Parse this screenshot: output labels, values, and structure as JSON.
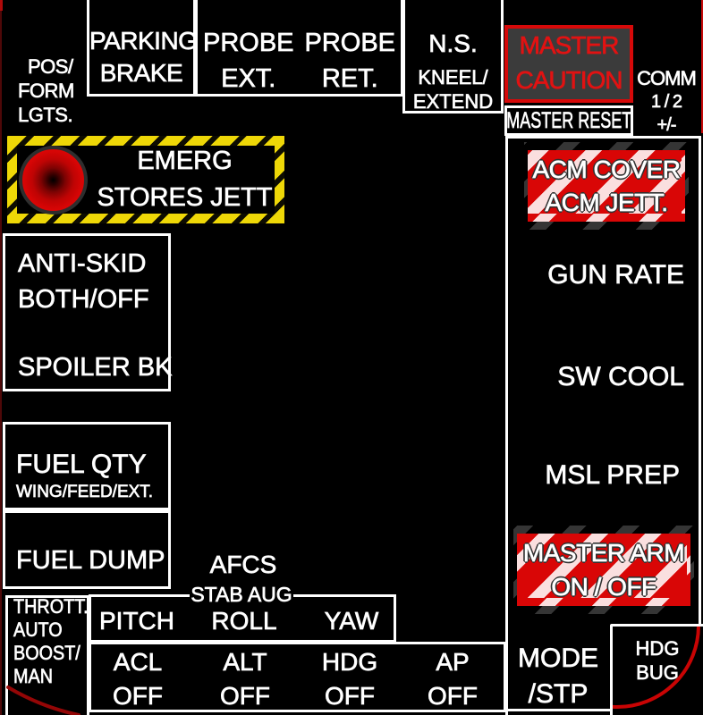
{
  "colors": {
    "background": "#000000",
    "border_white": "#ffffff",
    "caution_text_red": "#e11212",
    "caution_bg_gray": "#3b3b3b",
    "hazard_yellow": "#eed707",
    "stripe_red": "#d90606",
    "stripe_pink": "#f6dcdc",
    "stripe_gray": "#353535",
    "arc_red": "#c90404"
  },
  "panel": {
    "pos_form_lgts": {
      "l1": "POS/",
      "l2": "FORM",
      "l3": "LGTS."
    },
    "parking_brake": {
      "l1": "PARKING",
      "l2": "BRAKE"
    },
    "probe_ext": {
      "l1": "PROBE",
      "l2": "EXT."
    },
    "probe_ret": {
      "l1": "PROBE",
      "l2": "RET."
    },
    "ns_kneel": {
      "l1": "N.S.",
      "l2": "KNEEL/",
      "l3": "EXTEND"
    },
    "master_caution": {
      "l1": "MASTER",
      "l2": "CAUTION"
    },
    "comm": {
      "l1": "COMM",
      "l2": "1 / 2",
      "l3": "+/-"
    },
    "master_reset": {
      "label": "MASTER RESET"
    },
    "emerg_stores_jett": {
      "l1": "EMERG",
      "l2": "STORES JETT",
      "button_icon": "red-round-pushbutton"
    },
    "anti_skid": {
      "l1": "ANTI-SKID",
      "l2": "BOTH/OFF",
      "l3": "SPOILER BK"
    },
    "fuel_qty": {
      "l1": "FUEL QTY",
      "l2": "WING/FEED/EXT."
    },
    "fuel_dump": {
      "label": "FUEL DUMP"
    },
    "afcs": {
      "title": "AFCS",
      "subtitle": "STAB AUG"
    },
    "stab_axes": [
      {
        "label": "PITCH"
      },
      {
        "label": "ROLL"
      },
      {
        "label": "YAW"
      }
    ],
    "ap_channels": [
      {
        "name": "ACL",
        "state": "OFF"
      },
      {
        "name": "ALT",
        "state": "OFF"
      },
      {
        "name": "HDG",
        "state": "OFF"
      },
      {
        "name": "AP",
        "state": "OFF"
      }
    ],
    "throttle": {
      "l1": "THROTT.",
      "l2": "AUTO",
      "l3": "BOOST/",
      "l4": "MAN"
    },
    "mode_stp": {
      "l1": "MODE",
      "l2": "/STP"
    },
    "hdg_bug": {
      "l1": "HDG",
      "l2": "BUG"
    },
    "acm": {
      "l1": "ACM COVER",
      "l2": "ACM JETT."
    },
    "gun_rate": {
      "label": "GUN RATE"
    },
    "sw_cool": {
      "label": "SW COOL"
    },
    "msl_prep": {
      "label": "MSL PREP"
    },
    "master_arm": {
      "l1": "MASTER ARM",
      "l2": "ON / OFF"
    }
  }
}
